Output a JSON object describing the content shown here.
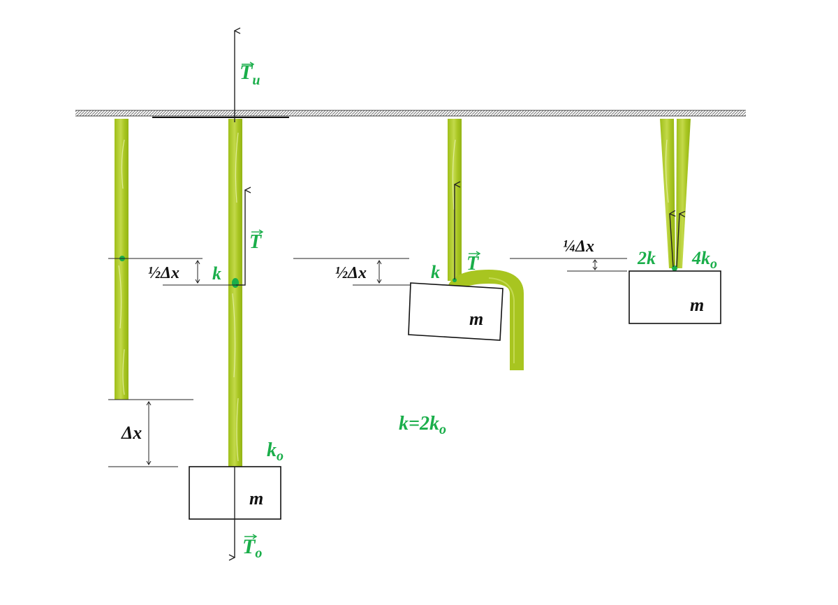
{
  "labels": {
    "Tu_base": "T",
    "Tu_sub": "u",
    "T_left": "T",
    "T_mid": "T",
    "To_base": "T",
    "To_sub": "o",
    "k_left": "k",
    "k_mid": "k",
    "ko_base": "k",
    "ko_sub": "o",
    "half_dx_left": "½Δx",
    "half_dx_mid": "½Δx",
    "quarter_dx": "¼Δx",
    "dx": "Δx",
    "two_k": "2k",
    "four_ko_base": "4k",
    "four_ko_sub": "o",
    "relation_base": "k=2k",
    "relation_sub": "o",
    "mass_left": "m",
    "mass_mid": "m",
    "mass_right": "m"
  },
  "colors": {
    "label_green": "#1aae4a",
    "spring_green": "#a8c520",
    "spring_dark": "#8aa814",
    "ceiling": "#777777"
  }
}
